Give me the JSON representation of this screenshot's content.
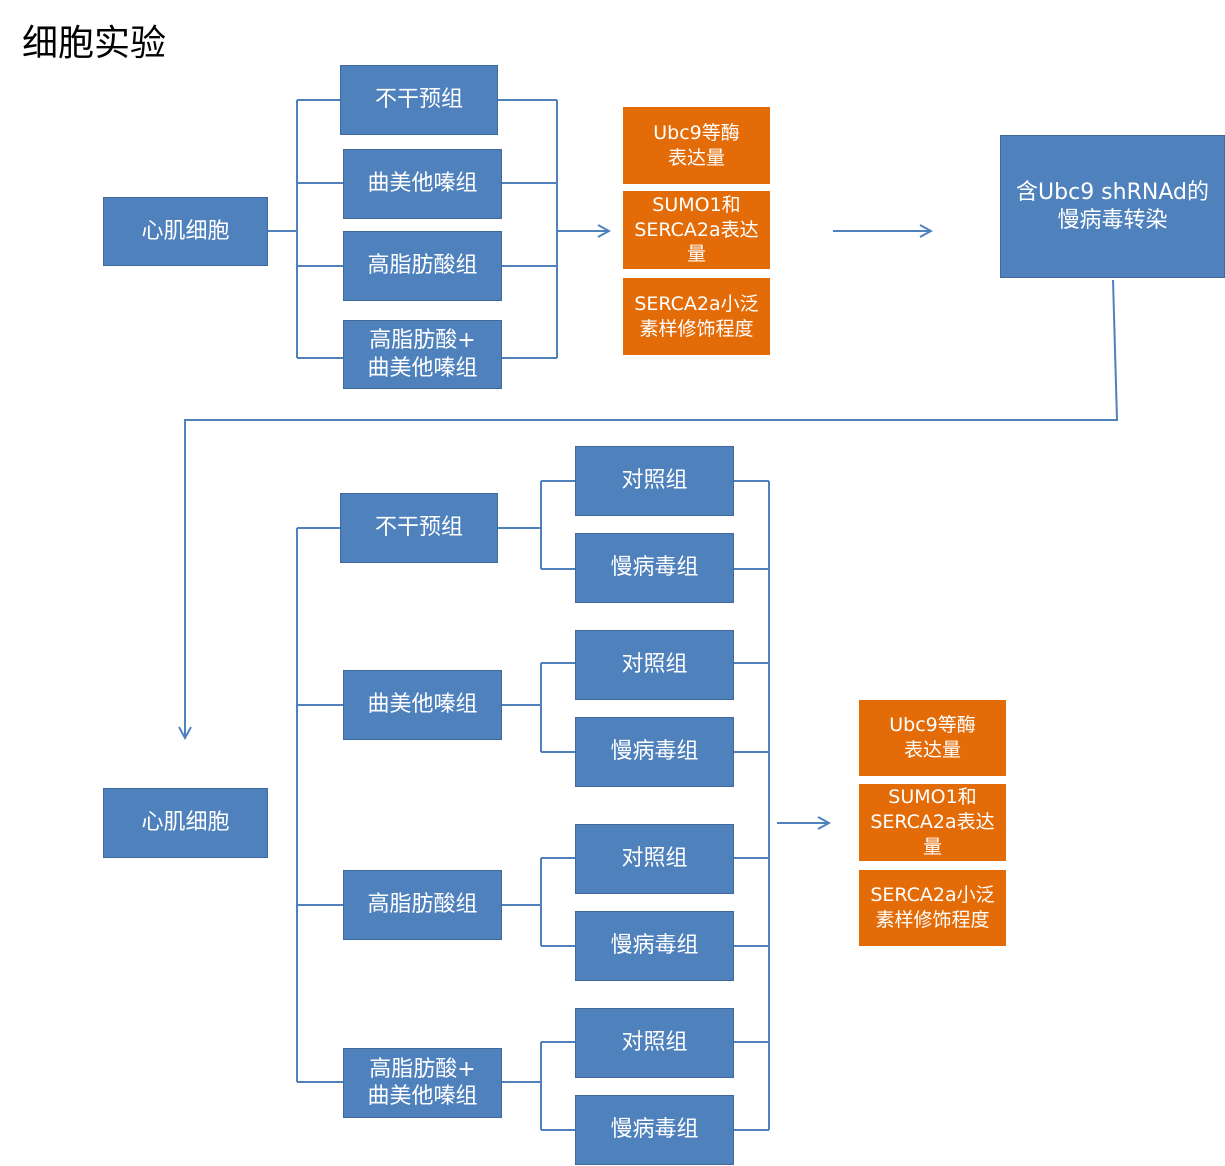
{
  "title": "细胞实验",
  "top": {
    "source": "心肌细胞",
    "groups": [
      "不干预组",
      "曲美他嗪组",
      "高脂肪酸组",
      "高脂肪酸+\n曲美他嗪组"
    ],
    "measures": [
      "Ubc9等酶\n表达量",
      "SUMO1和\nSERCA2a表达\n量",
      "SERCA2a小泛\n素样修饰程度"
    ],
    "next_step": "含Ubc9 shRNAd的\n慢病毒转染"
  },
  "bottom": {
    "source": "心肌细胞",
    "groups": [
      "不干预组",
      "曲美他嗪组",
      "高脂肪酸组",
      "高脂肪酸+\n曲美他嗪组"
    ],
    "subgroups": [
      [
        "对照组",
        "慢病毒组"
      ],
      [
        "对照组",
        "慢病毒组"
      ],
      [
        "对照组",
        "慢病毒组"
      ],
      [
        "对照组",
        "慢病毒组"
      ]
    ],
    "measures": [
      "Ubc9等酶\n表达量",
      "SUMO1和\nSERCA2a表达\n量",
      "SERCA2a小泛\n素样修饰程度"
    ]
  },
  "colors": {
    "blue": "#4f81bd",
    "orange": "#e36c09",
    "line": "#4f81bd"
  }
}
